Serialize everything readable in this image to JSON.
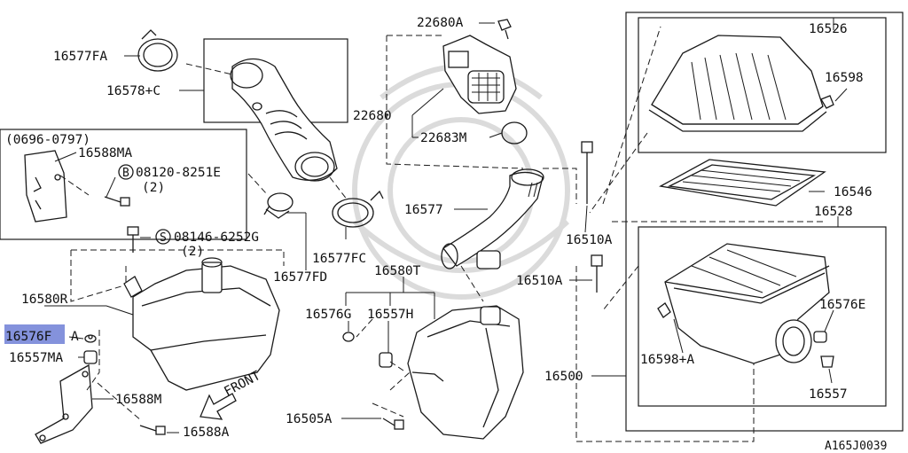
{
  "diagram": {
    "labels": {
      "p16577FA": "16577FA",
      "p16578C": "16578+C",
      "date_range": "(0696-0797)",
      "p16588MA": "16588MA",
      "bolt_b_circle": "B",
      "bolt_b_code": "08120-8251E",
      "bolt_b_qty": "(2)",
      "screw_s_circle": "S",
      "screw_s_code": "08146-6252G",
      "screw_s_qty": "(2)",
      "p16577FD": "16577FD",
      "p16580R": "16580R",
      "p16576F": "16576F",
      "p16576FA": "A",
      "p16557MA": "16557MA",
      "p16588M": "16588M",
      "p16588A": "16588A",
      "front": "FRONT",
      "p22680A": "22680A",
      "p22680": "22680",
      "p22683M": "22683M",
      "p16577": "16577",
      "p16577FC": "16577FC",
      "p16580T": "16580T",
      "p16576G": "16576G",
      "p16557H": "16557H",
      "p16505A": "16505A",
      "p16510A_1": "16510A",
      "p16510A_2": "16510A",
      "p16500": "16500",
      "p16526": "16526",
      "p16598": "16598",
      "p16546": "16546",
      "p16528": "16528",
      "p16576E": "16576E",
      "p16598A": "16598+A",
      "p16557": "16557",
      "ref_code": "A165J0039"
    },
    "highlight_color": "#6f7fd6"
  }
}
